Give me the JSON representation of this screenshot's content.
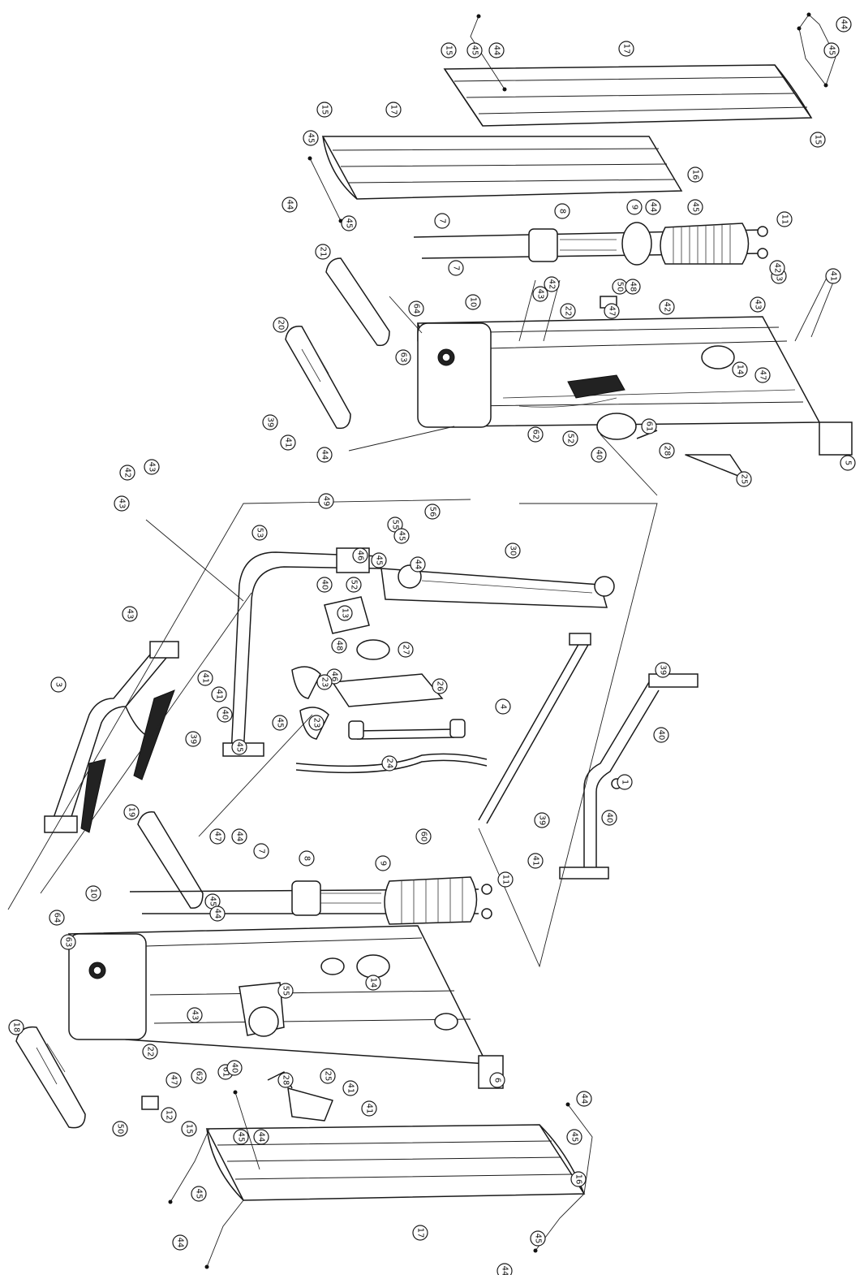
{
  "labels": [
    {
      "id": "b1",
      "text": "44"
    },
    {
      "id": "b2",
      "text": "45"
    },
    {
      "id": "b3",
      "text": "15"
    },
    {
      "id": "b4",
      "text": "45"
    },
    {
      "id": "b5",
      "text": "44"
    },
    {
      "id": "b6",
      "text": "17"
    },
    {
      "id": "b7",
      "text": "15"
    },
    {
      "id": "b8",
      "text": "15"
    },
    {
      "id": "b9",
      "text": "17"
    },
    {
      "id": "b10",
      "text": "45"
    },
    {
      "id": "b11",
      "text": "44"
    },
    {
      "id": "b12",
      "text": "45"
    },
    {
      "id": "b13",
      "text": "16"
    },
    {
      "id": "b14",
      "text": "44"
    },
    {
      "id": "b15",
      "text": "45"
    },
    {
      "id": "b16",
      "text": "7"
    },
    {
      "id": "b17",
      "text": "8"
    },
    {
      "id": "b18",
      "text": "9"
    },
    {
      "id": "b19",
      "text": "11"
    },
    {
      "id": "b20",
      "text": "7"
    },
    {
      "id": "b21",
      "text": "21"
    },
    {
      "id": "b22",
      "text": "20"
    },
    {
      "id": "b23",
      "text": "64"
    },
    {
      "id": "b24",
      "text": "63"
    },
    {
      "id": "b25",
      "text": "10"
    },
    {
      "id": "b26",
      "text": "43"
    },
    {
      "id": "b27",
      "text": "42"
    },
    {
      "id": "b28",
      "text": "50"
    },
    {
      "id": "b29",
      "text": "48"
    },
    {
      "id": "b30",
      "text": "22"
    },
    {
      "id": "b31",
      "text": "47"
    },
    {
      "id": "b32",
      "text": "42"
    },
    {
      "id": "b33",
      "text": "43"
    },
    {
      "id": "b34",
      "text": "43"
    },
    {
      "id": "b35",
      "text": "42"
    },
    {
      "id": "b36",
      "text": "41"
    },
    {
      "id": "b37",
      "text": "14"
    },
    {
      "id": "b38",
      "text": "47"
    },
    {
      "id": "b39",
      "text": "61"
    },
    {
      "id": "b40",
      "text": "62"
    },
    {
      "id": "b41",
      "text": "52"
    },
    {
      "id": "b42",
      "text": "40"
    },
    {
      "id": "b43",
      "text": "28"
    },
    {
      "id": "b44",
      "text": "25"
    },
    {
      "id": "b45",
      "text": "5"
    },
    {
      "id": "b46",
      "text": "39"
    },
    {
      "id": "b47",
      "text": "41"
    },
    {
      "id": "b48",
      "text": "44"
    },
    {
      "id": "b49",
      "text": "42"
    },
    {
      "id": "b50",
      "text": "43"
    },
    {
      "id": "b51",
      "text": "43"
    },
    {
      "id": "b52",
      "text": "49"
    },
    {
      "id": "b53",
      "text": "53"
    },
    {
      "id": "b54",
      "text": "55"
    },
    {
      "id": "b55",
      "text": "45"
    },
    {
      "id": "b56",
      "text": "56"
    },
    {
      "id": "b57",
      "text": "45"
    },
    {
      "id": "b58",
      "text": "46"
    },
    {
      "id": "b59",
      "text": "44"
    },
    {
      "id": "b60",
      "text": "30"
    },
    {
      "id": "b61",
      "text": "40"
    },
    {
      "id": "b62",
      "text": "52"
    },
    {
      "id": "b63",
      "text": "13"
    },
    {
      "id": "b64",
      "text": "48"
    },
    {
      "id": "b65",
      "text": "27"
    },
    {
      "id": "b66",
      "text": "46"
    },
    {
      "id": "b67",
      "text": "26"
    },
    {
      "id": "b68",
      "text": "43"
    },
    {
      "id": "b69",
      "text": "3"
    },
    {
      "id": "b70",
      "text": "41"
    },
    {
      "id": "b71",
      "text": "23"
    },
    {
      "id": "b72",
      "text": "41"
    },
    {
      "id": "b73",
      "text": "40"
    },
    {
      "id": "b74",
      "text": "23"
    },
    {
      "id": "b75",
      "text": "39"
    },
    {
      "id": "b76",
      "text": "45"
    },
    {
      "id": "b77",
      "text": "4"
    },
    {
      "id": "b78",
      "text": "24"
    },
    {
      "id": "b79",
      "text": "45"
    },
    {
      "id": "b80",
      "text": "39"
    },
    {
      "id": "b81",
      "text": "40"
    },
    {
      "id": "b82",
      "text": "1"
    },
    {
      "id": "b83",
      "text": "19"
    },
    {
      "id": "b84",
      "text": "47"
    },
    {
      "id": "b85",
      "text": "44"
    },
    {
      "id": "b86",
      "text": "60"
    },
    {
      "id": "b87",
      "text": "7"
    },
    {
      "id": "b88",
      "text": "8"
    },
    {
      "id": "b89",
      "text": "9"
    },
    {
      "id": "b90",
      "text": "11"
    },
    {
      "id": "b91",
      "text": "39"
    },
    {
      "id": "b92",
      "text": "40"
    },
    {
      "id": "b93",
      "text": "41"
    },
    {
      "id": "b94",
      "text": "10"
    },
    {
      "id": "b95",
      "text": "64"
    },
    {
      "id": "b96",
      "text": "63"
    },
    {
      "id": "b97",
      "text": "43"
    },
    {
      "id": "b98",
      "text": "45"
    },
    {
      "id": "b99",
      "text": "44"
    },
    {
      "id": "b100",
      "text": "14"
    },
    {
      "id": "b101",
      "text": "55"
    },
    {
      "id": "b102",
      "text": "18"
    },
    {
      "id": "b103",
      "text": "22"
    },
    {
      "id": "b104",
      "text": "47"
    },
    {
      "id": "b105",
      "text": "62"
    },
    {
      "id": "b106",
      "text": "61"
    },
    {
      "id": "b107",
      "text": "12"
    },
    {
      "id": "b108",
      "text": "50"
    },
    {
      "id": "b109",
      "text": "40"
    },
    {
      "id": "b110",
      "text": "28"
    },
    {
      "id": "b111",
      "text": "25"
    },
    {
      "id": "b112",
      "text": "41"
    },
    {
      "id": "b113",
      "text": "41"
    },
    {
      "id": "b114",
      "text": "6"
    },
    {
      "id": "b115",
      "text": "15"
    },
    {
      "id": "b116",
      "text": "45"
    },
    {
      "id": "b117",
      "text": "44"
    },
    {
      "id": "b118",
      "text": "44"
    },
    {
      "id": "b119",
      "text": "45"
    },
    {
      "id": "b120",
      "text": "45"
    },
    {
      "id": "b121",
      "text": "16"
    },
    {
      "id": "b122",
      "text": "17"
    },
    {
      "id": "b123",
      "text": "44"
    },
    {
      "id": "b124",
      "text": "45"
    },
    {
      "id": "b125",
      "text": "44"
    }
  ]
}
